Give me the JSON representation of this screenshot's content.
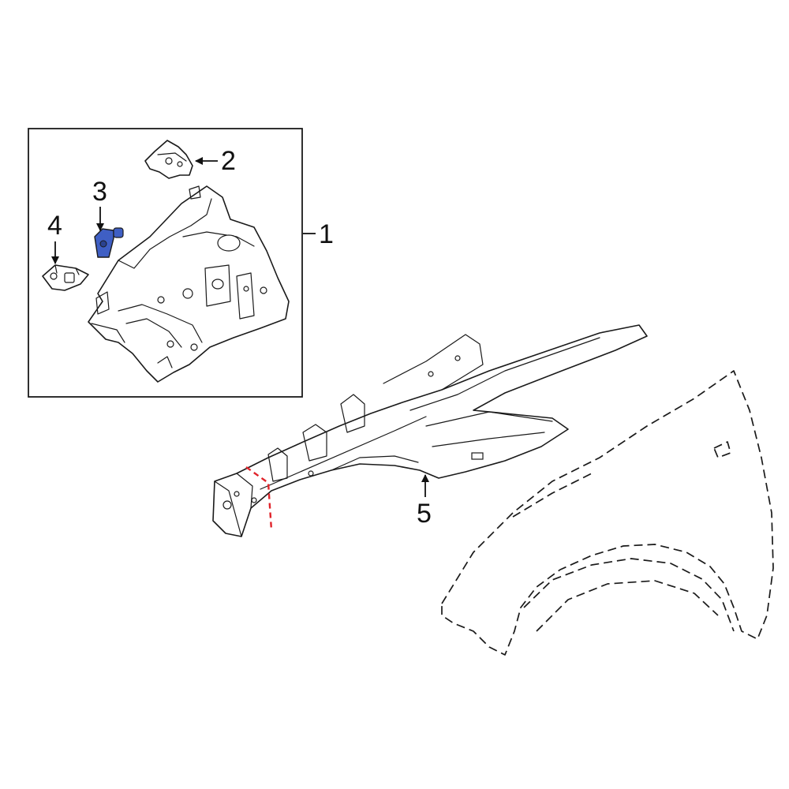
{
  "callouts": [
    {
      "id": "1",
      "label": "1"
    },
    {
      "id": "2",
      "label": "2"
    },
    {
      "id": "3",
      "label": "3"
    },
    {
      "id": "4",
      "label": "4"
    },
    {
      "id": "5",
      "label": "5"
    }
  ],
  "colors": {
    "line": "#1a1a1a",
    "highlight_part": "#3f5fc4",
    "cut_line": "#e0232a",
    "background": "#ffffff"
  }
}
